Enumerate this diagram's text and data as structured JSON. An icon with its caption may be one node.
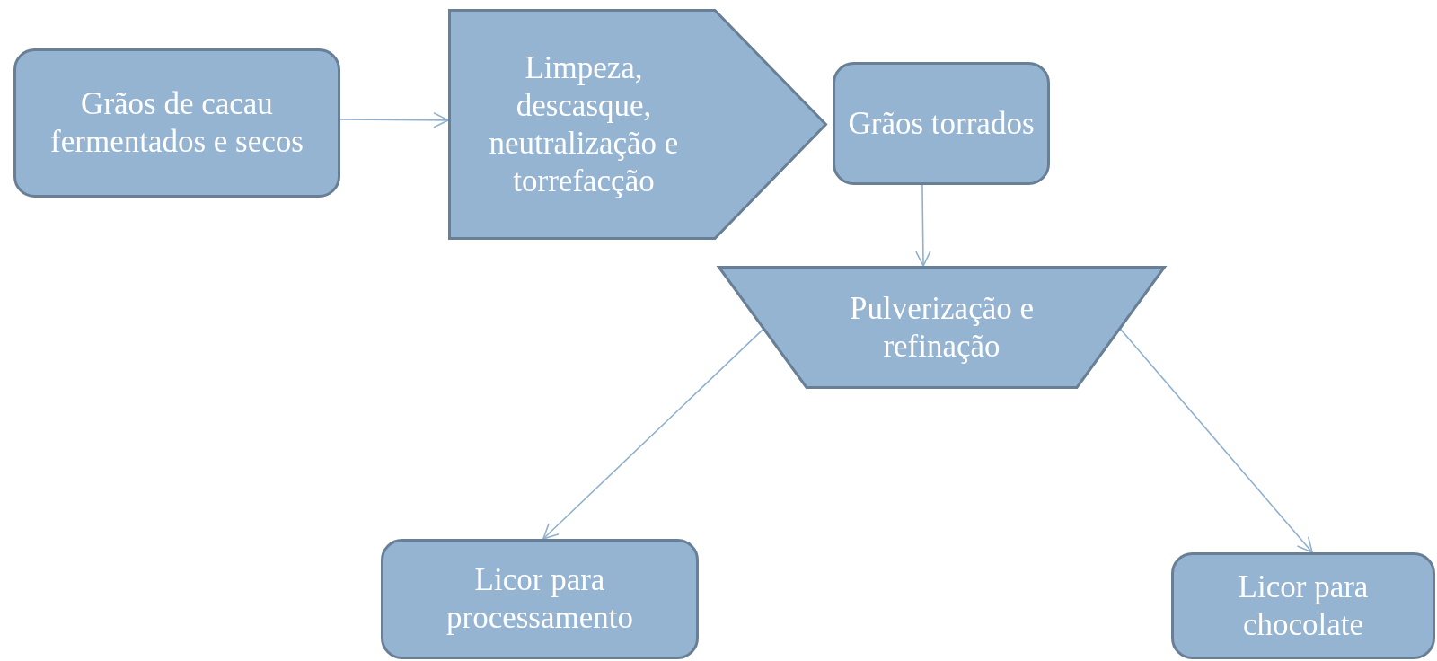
{
  "diagram": {
    "nodes": [
      {
        "text": [
          "Grãos de cacau fermentados e secos"
        ]
      },
      {
        "text": [
          "Limpeza, descasque, neutralização e torrefacção"
        ]
      },
      {
        "text": [
          "Grãos torrados"
        ]
      },
      {
        "text": [
          "Pulverização e refinação"
        ]
      },
      {
        "text": [
          "Licor para processamento"
        ]
      },
      {
        "text": [
          "Licor para chocolate"
        ]
      }
    ],
    "edges": [
      {
        "from": 0,
        "to": 1,
        "arrow": "to"
      },
      {
        "from": 2,
        "to": 3,
        "arrow": "to"
      },
      {
        "from": 3,
        "to": 4,
        "arrow": "to"
      },
      {
        "from": 3,
        "to": 5,
        "arrow": "to"
      }
    ]
  }
}
